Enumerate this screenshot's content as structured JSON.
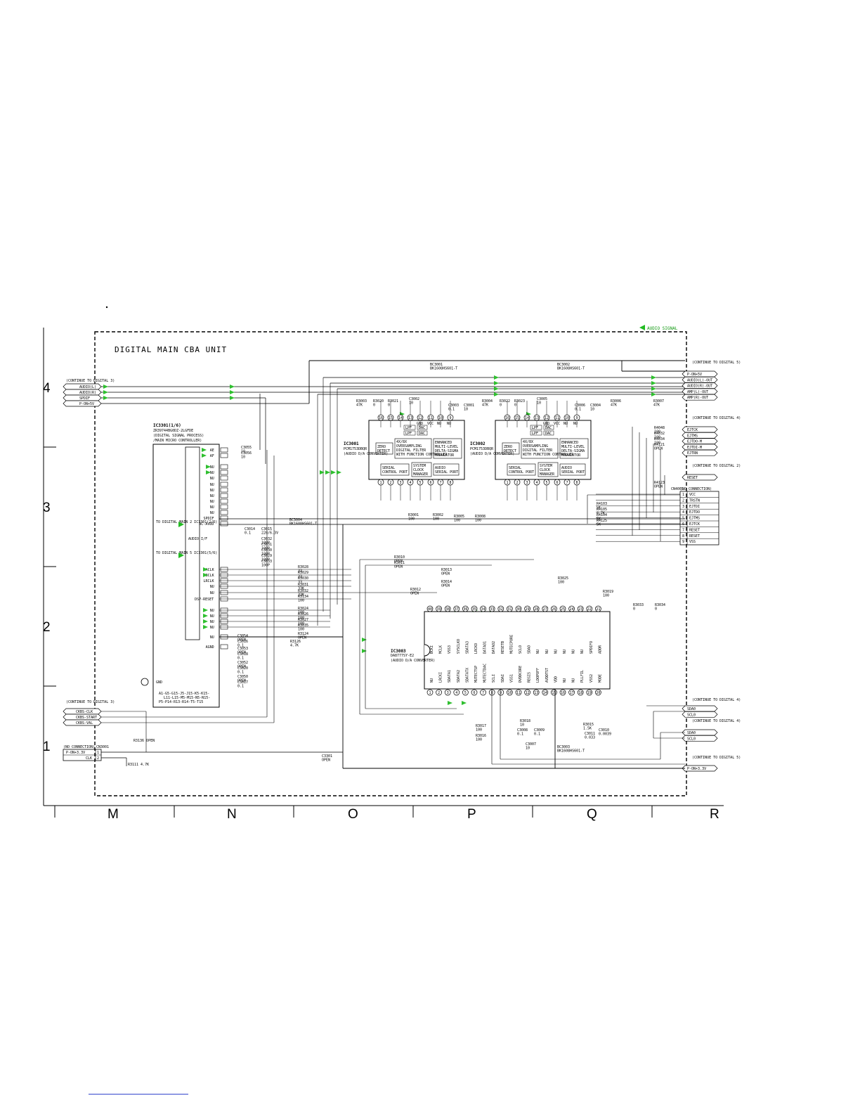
{
  "diagram": {
    "unit_title": "DIGITAL MAIN CBA UNIT",
    "signal_legend": "AUDIO SIGNAL",
    "row_labels": [
      "4",
      "3",
      "2",
      "1"
    ],
    "column_labels": [
      "M",
      "N",
      "O",
      "P",
      "Q",
      "R"
    ],
    "left_connector_top": {
      "header": "(CONTINUE TO DIGITAL 3)",
      "pins": [
        "AUDIO(L)",
        "AUDIO(R)",
        "SPDIF",
        "P-ON+5V"
      ]
    },
    "left_connector_bottom": {
      "header": "(CONTINUE TO DIGITAL 3)",
      "pins": [
        "CKBS-CLK",
        "CKBS-START",
        "CKBS-VAL"
      ]
    },
    "cn3001": {
      "header": "(NO CONNECTION)",
      "ref": "CN3001",
      "pins": [
        {
          "num": "1",
          "name": "P-ON+3.3V"
        },
        {
          "num": "2",
          "name": "CLK"
        }
      ]
    },
    "ic3301": {
      "ref": "IC3301(1/6)",
      "part": "ZR39744BG0DZ-2LGFDE",
      "desc1": "(DIGITAL SIGNAL PROCESS)",
      "desc2": "/MAIN MICRO CONTROLLER)",
      "inner_label": "AUDIO I/F",
      "note1": "TO DIGITAL MAIN 2 IC3301(2/6)",
      "note2": "TO DIGITAL MAIN 5 IC3301(5/6)",
      "gnd": "GND",
      "pins": [
        "AE",
        "AF",
        "NU",
        "NU",
        "NU",
        "NU",
        "NU",
        "NU",
        "NU",
        "NU",
        "NU",
        "SPDIF",
        "AC-AVDD",
        "ACLK",
        "BCLK",
        "LRCLK",
        "NU",
        "NU",
        "DSP-RESET",
        "NU",
        "NU",
        "NU",
        "NU",
        "NU",
        "AGND"
      ],
      "footnote1": "A1-G5-G15-J5-J15-K5-K15-",
      "footnote2": "L11-L15-M5-M15-N5-N15-",
      "footnote3": "P5-P14-R13-R14-T5-T15"
    },
    "ic3001": {
      "ref": "IC3001",
      "part": "PCM1753DBQR",
      "desc": "(AUDIO D/A CONVERTER)",
      "blocks": [
        "ZERO DETECT",
        "4X/8X OVERSAMPLING DIGITAL FILTER WITH FUNCTION CONTROLLER",
        "ENHANCED MULTI-LEVEL DELTA-SIGMA MODULATOR",
        "SERIAL CONTROL PORT",
        "SYSTEM CLOCK MANAGER",
        "AUDIO SERIAL PORT",
        "LPF",
        "DAC"
      ],
      "top_pins": [
        "16",
        "15",
        "14",
        "13",
        "12",
        "11",
        "10",
        "9"
      ],
      "top_names": [
        "GND",
        "VCC",
        "NU",
        "NU"
      ],
      "bottom_pins": [
        "1",
        "2",
        "3",
        "4",
        "5",
        "6",
        "7",
        "8"
      ]
    },
    "ic3002": {
      "ref": "IC3002",
      "part": "PCM1753DBQR",
      "desc": "(AUDIO D/A CONVERTER)",
      "blocks": [
        "ZERO DETECT",
        "4X/8X OVERSAMPLING DIGITAL FILTER WITH FUNCTION CONTROLLER",
        "ENHANCED MULTI-LEVEL DELTA-SIGMA MODULATOR",
        "SERIAL CONTROL PORT",
        "SYSTEM CLOCK MANAGER",
        "AUDIO SERIAL PORT",
        "LPF",
        "DAC"
      ],
      "top_pins": [
        "16",
        "15",
        "14",
        "13",
        "12",
        "11",
        "10",
        "9"
      ],
      "top_names": [
        "GND",
        "VCC",
        "NU",
        "NU"
      ],
      "bottom_pins": [
        "1",
        "2",
        "3",
        "4",
        "5",
        "6",
        "7",
        "8"
      ]
    },
    "ic3003": {
      "ref": "IC3003",
      "part": "DA8777SY-E2",
      "desc": "(AUDIO D/A CONVERTER)",
      "top_pins": [
        "40",
        "39",
        "38",
        "37",
        "36",
        "35",
        "34",
        "33",
        "32",
        "31",
        "30",
        "29",
        "28",
        "27",
        "26",
        "25",
        "24",
        "23",
        "22",
        "21"
      ],
      "top_names": [
        "BCKI",
        "MCLK",
        "VSS3",
        "SYSCLKO",
        "SDATA3",
        "LRCKO",
        "DATAO1",
        "DATAO2",
        "RESETB",
        "MUTECPORE",
        "SCLO",
        "SDAO",
        "NU",
        "NU",
        "NU",
        "NU",
        "NU",
        "NU",
        "SPDIFO",
        "ADDR"
      ],
      "bottom_pins": [
        "1",
        "2",
        "3",
        "4",
        "5",
        "6",
        "7",
        "8",
        "9",
        "10",
        "11",
        "12",
        "13",
        "14",
        "15",
        "16",
        "17",
        "18",
        "19",
        "20"
      ],
      "bottom_names": [
        "NU",
        "LRCKI",
        "SDATA1",
        "SDATA2",
        "SDATATX",
        "MUTECTSP",
        "MUTECTDAC",
        "SCLI",
        "SDAI",
        "VSS1",
        "DVDDCORE",
        "REGIS",
        "LDOPOFF",
        "AVDDTST",
        "VDD",
        "NU",
        "NU",
        "PLLFIL",
        "VSS2",
        "MODE"
      ]
    },
    "right_connector_1": {
      "header": "(CONTINUE TO DIGITAL 5)",
      "pins": [
        "P-ON+5V",
        "AUDIO(L)-OUT",
        "AUDIO(R)-OUT",
        "AMP(L)-OUT",
        "AMP(R)-OUT"
      ]
    },
    "right_connector_2": {
      "header": "(CONTINUE TO DIGITAL 4)",
      "pins": [
        "EJTCK",
        "EJTMS",
        "EJTDO-M",
        "EJTDI-M",
        "EJTRN"
      ]
    },
    "right_connector_3": {
      "header": "(CONTINUE TO DIGITAL 2)",
      "pins": [
        "RESET"
      ]
    },
    "cn4001": {
      "header": "(NO CONNECTION)",
      "ref": "CN4001",
      "pins": [
        {
          "num": "1",
          "name": "VCC"
        },
        {
          "num": "2",
          "name": "TRSTN"
        },
        {
          "num": "3",
          "name": "EJTDI"
        },
        {
          "num": "4",
          "name": "EJTDO"
        },
        {
          "num": "5",
          "name": "EJTMS"
        },
        {
          "num": "6",
          "name": "EJTCK"
        },
        {
          "num": "7",
          "name": "RESET"
        },
        {
          "num": "8",
          "name": "RESET"
        },
        {
          "num": "9",
          "name": "VSS"
        }
      ]
    },
    "right_connector_4": {
      "header": "(CONTINUE TO DIGITAL 4)",
      "pins": [
        "SDA0",
        "SCL0"
      ]
    },
    "right_connector_5": {
      "header": "(CONTINUE TO DIGITAL 4)",
      "pins": [
        "SDA0",
        "SCL0"
      ]
    },
    "right_connector_6": {
      "header": "(CONTINUE TO DIGITAL 5)",
      "pins": [
        "P-ON+3.3V"
      ]
    },
    "components": {
      "bc3001": "BC3001 BK1608HS601-T",
      "bc3002": "BC3002 BK1608HS601-T",
      "bc3004": "BC3004 BK1608HS601-T",
      "bc3003": "BC3003 BK1608HS601-T",
      "r3003": "R3003 47K",
      "r3004": "R3004 47K",
      "r3006": "R3006 47K",
      "r3007": "R3007 47K",
      "r3020": "R3020 0",
      "r3021": "R3021 0",
      "r3022": "R3022 0",
      "r3023": "R3023 0",
      "c3002": "C3002 10",
      "c3003": "C3003 0.1",
      "c3001": "C3001 10",
      "c3005": "C3005 10",
      "c3006": "C3006 0.1",
      "c3004": "C3004 10",
      "c3055": "C3055 10",
      "c3056": "C3056 10",
      "r4048": "R4048 100",
      "r4032": "R4032 100",
      "r4034": "R4034 100",
      "r4121": "R4121 OPEN",
      "r4123": "R4123 OPEN",
      "r4103": "R4103 5K",
      "r4105": "R4105 4.7K",
      "r4104": "R4104 5K",
      "r4125": "R4125 5K",
      "c3014": "C3014 0.1",
      "c3015": "C3015 220/6.3V",
      "c3032": "C3032 100P",
      "c3031": "C3031 100P",
      "c3030": "C3030 100P",
      "c3029": "C3029 100P",
      "c3033": "C3033 100P",
      "r3001": "R3001 100",
      "r3002": "R3002 100",
      "r3005": "R3005 100",
      "r3008": "R3008 100",
      "r3010": "R3010 OPEN",
      "r3011": "R3011 OPEN",
      "r3013": "R3013 OPEN",
      "r3014": "R3014 OPEN",
      "r3012": "R3012 OPEN",
      "r3025": "R3025 100",
      "r3019": "R3019 100",
      "r3033": "R3033 0",
      "r3034": "R3034 0",
      "r3028": "R3028 33",
      "r3029": "R3029 33",
      "r3030": "R3030 33",
      "r3031": "R3031 33K",
      "r3032": "R3032 33K",
      "r3134": "R3134 100",
      "r3024": "R3024 100",
      "r3026": "R3026 100",
      "r3027": "R3027 100",
      "r3035": "R3035 100",
      "r3124": "R3124 OPEN",
      "r3126": "R3126 4.7K",
      "c3054": "C3054 OPEN",
      "c3016": "C3016 0.1",
      "c3053": "C3053 OPEN",
      "c3018": "C3018 0.1",
      "c3052": "C3052 OPEN",
      "c3020": "C3020 0.1",
      "c3050": "C3050 OPEN",
      "c3017": "C3017 0.1",
      "r3136": "R3136 OPEN",
      "r3111": "R3111 4.7K",
      "c3301": "C3301 OPEN",
      "r3017": "R3017 100",
      "r3016": "R3016 100",
      "r3018": "R3018 10",
      "c3008": "C3008 0.1",
      "c3009": "C3009 0.1",
      "c3007": "C3007 10",
      "r3015": "R3015 1.5K",
      "c3011": "C3011 0.033",
      "c3010": "C3010 0.0039"
    }
  }
}
